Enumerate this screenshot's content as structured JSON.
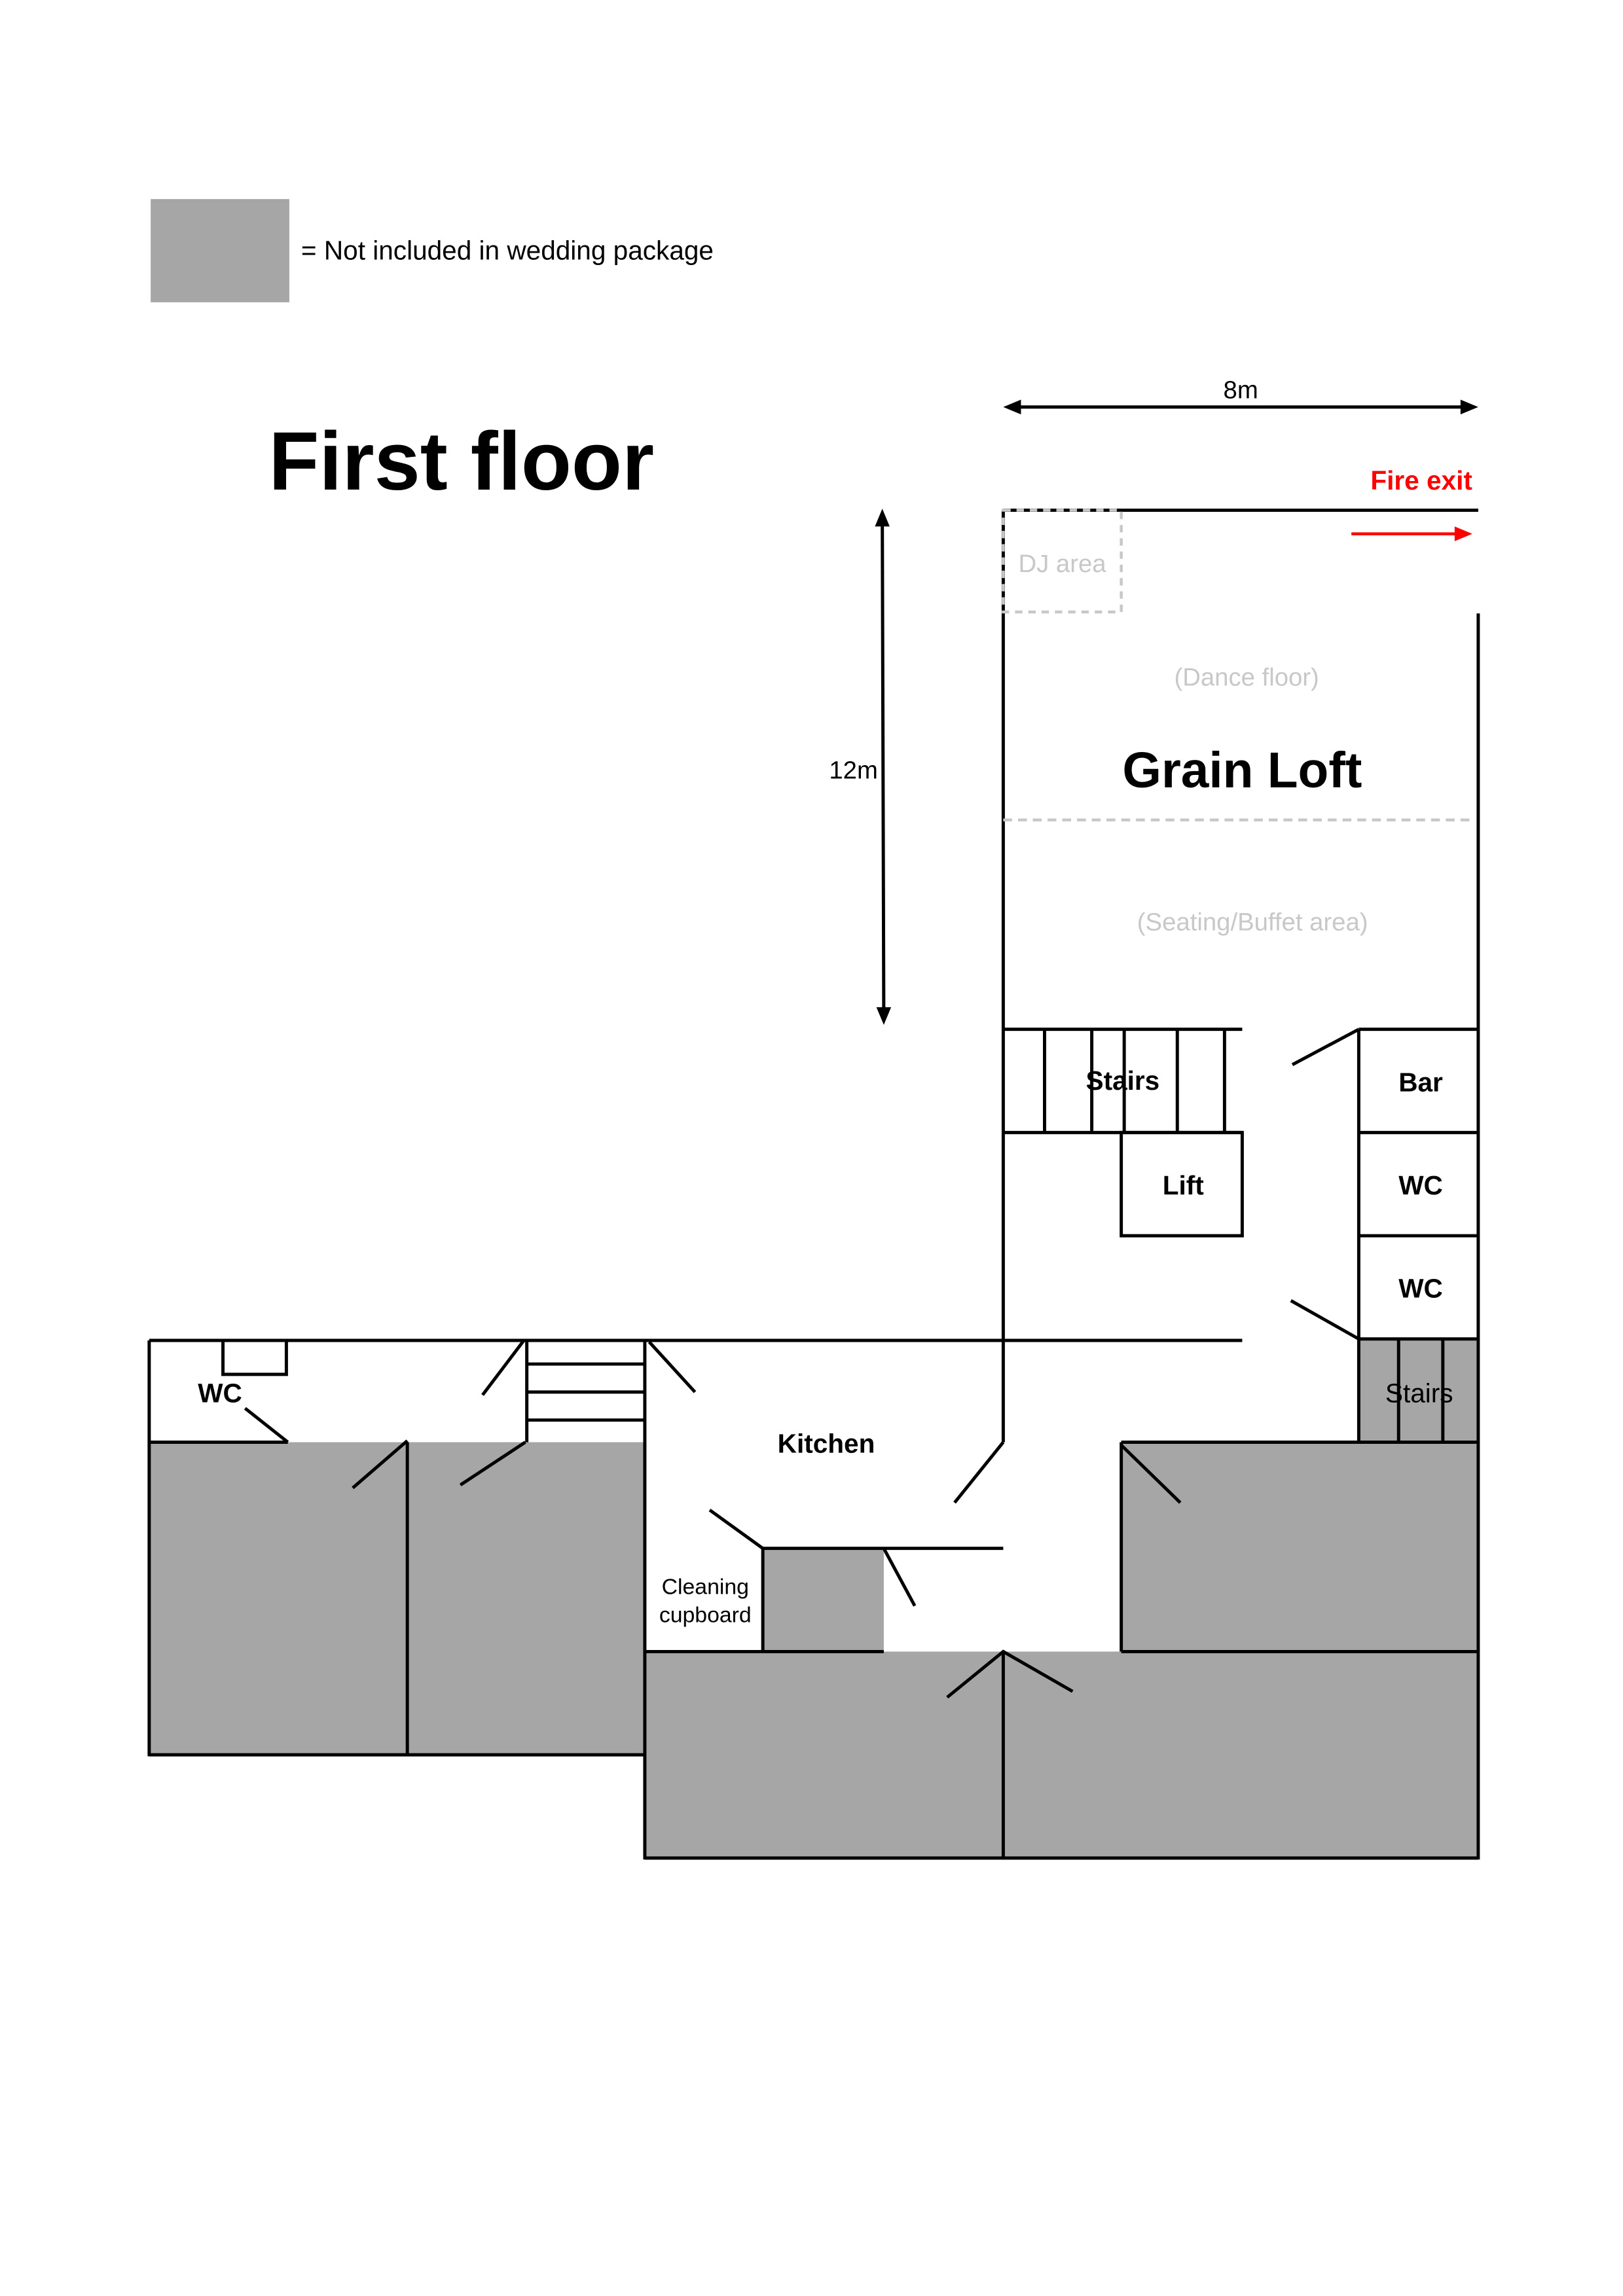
{
  "legend": {
    "swatch_color": "#a6a6a6",
    "text": "= Not included in wedding package"
  },
  "title": "First floor",
  "dimensions": {
    "width": "8m",
    "length": "12m"
  },
  "fire_exit": {
    "label": "Fire exit",
    "color": "#ff0000"
  },
  "grain_loft": {
    "name": "Grain Loft",
    "dj_area": "DJ area",
    "dance_floor": "(Dance floor)",
    "seating": "(Seating/Buffet area)"
  },
  "rooms": {
    "stairs_main": "Stairs",
    "lift": "Lift",
    "bar": "Bar",
    "wc_1": "WC",
    "wc_2": "WC",
    "stairs_back": "Stairs",
    "wc_left": "WC",
    "kitchen": "Kitchen",
    "cleaning_line1": "Cleaning",
    "cleaning_line2": "cupboard"
  }
}
